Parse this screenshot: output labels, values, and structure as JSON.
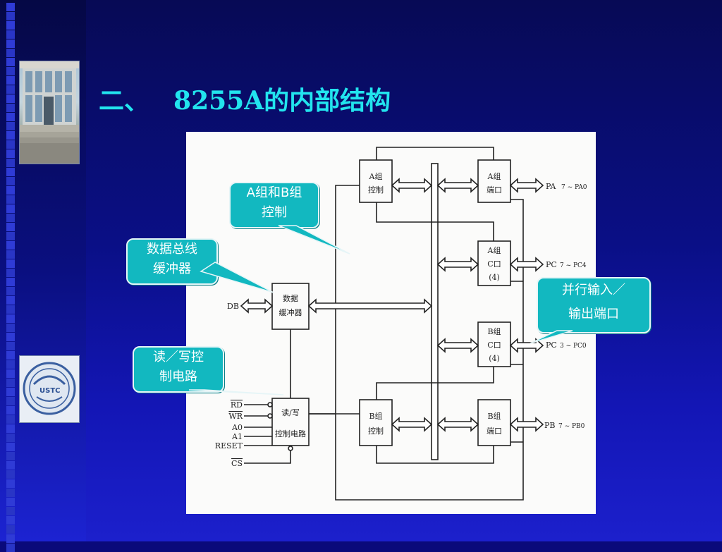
{
  "slide": {
    "title_prefix": "二、",
    "title_main": "8255A的内部结构"
  },
  "logo": {
    "text": "USTC"
  },
  "callouts": {
    "ab_control": [
      "A组和B组",
      "控制"
    ],
    "bus_buffer": [
      "数据总线",
      "缓冲器"
    ],
    "rw_control": [
      "读／写控",
      "制电路"
    ],
    "parallel_io": [
      "并行输入／",
      "输出端口"
    ]
  },
  "diagram": {
    "a_group_control": [
      "A组",
      "控制"
    ],
    "a_group_port": [
      "A组",
      "端口"
    ],
    "a_group_c_port": [
      "A组",
      "C口",
      "(4)"
    ],
    "b_group_c_port": [
      "B组",
      "C口",
      "(4)"
    ],
    "b_group_control": [
      "B组",
      "控制"
    ],
    "b_group_port": [
      "B组",
      "端口"
    ],
    "data_buffer": [
      "数据",
      "缓冲器"
    ],
    "rw_circuit": [
      "读/写",
      "控制电路"
    ],
    "db_label": "DB",
    "pa_label": "PA",
    "pa_range": "7 ~ PA0",
    "pc_upper_label": "PC",
    "pc_upper_range": "7 ~ PC4",
    "pc_lower_label": "PC",
    "pc_lower_range": "3 ~ PC0",
    "pb_label": "PB",
    "pb_range": "7 ~ PB0",
    "signals": [
      "RD",
      "WR",
      "A0",
      "A1",
      "RESET",
      "CS"
    ]
  }
}
